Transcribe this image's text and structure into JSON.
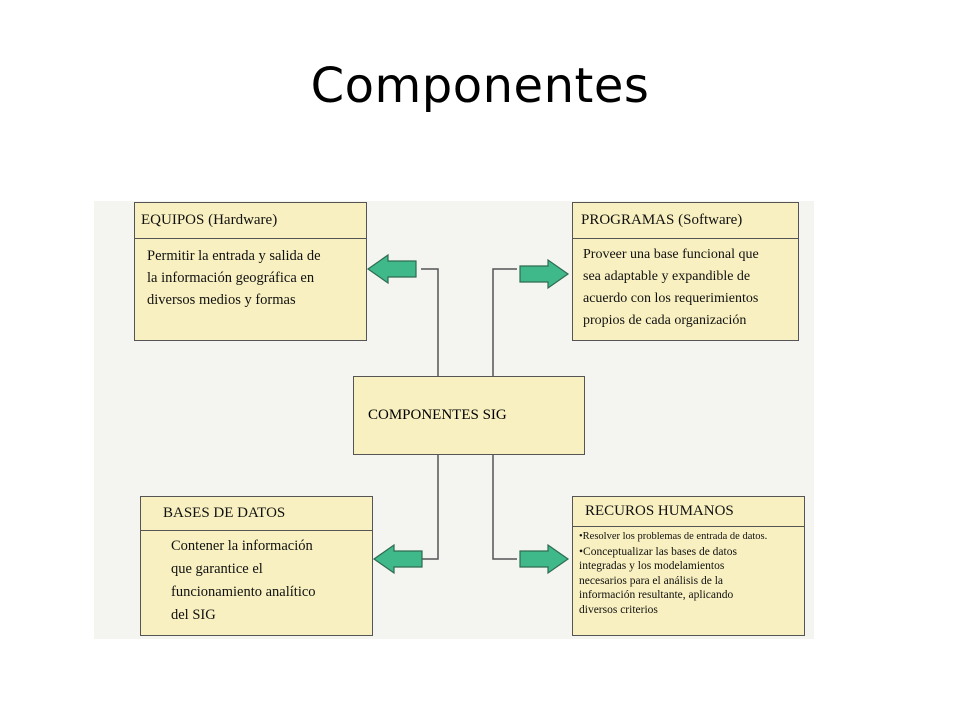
{
  "title": "Componentes",
  "colors": {
    "box_fill": "#f8f0c0",
    "arrow_fill": "#3fb98a",
    "line": "#555555",
    "panel_bg": "#f4f4f0"
  },
  "diagram": {
    "center": {
      "label": "COMPONENTES SIG"
    },
    "equipos": {
      "header": "EQUIPOS (Hardware)",
      "lines": [
        "Permitir la entrada y salida de",
        "la información geográfica en",
        "diversos medios y formas"
      ]
    },
    "programas": {
      "header": "PROGRAMAS (Software)",
      "lines": [
        "Proveer una base funcional que",
        "sea adaptable y expandible de",
        "acuerdo con los requerimientos",
        "propios de cada organización"
      ]
    },
    "bases": {
      "header": "BASES DE DATOS",
      "lines": [
        "Contener la información",
        "que garantice el",
        "funcionamiento analítico",
        "del SIG"
      ]
    },
    "recursos": {
      "header": "RECUROS HUMANOS",
      "lines": [
        "•Resolver los problemas de entrada de datos.",
        "•Conceptualizar las bases de datos",
        "integradas y los modelamientos",
        "necesarios para el análisis de la",
        "información resultante, aplicando",
        "diversos criterios"
      ]
    },
    "arrows": {
      "equipos": "left-arrow-icon",
      "programas": "right-arrow-icon",
      "bases": "left-arrow-icon",
      "recursos": "right-arrow-icon"
    }
  }
}
